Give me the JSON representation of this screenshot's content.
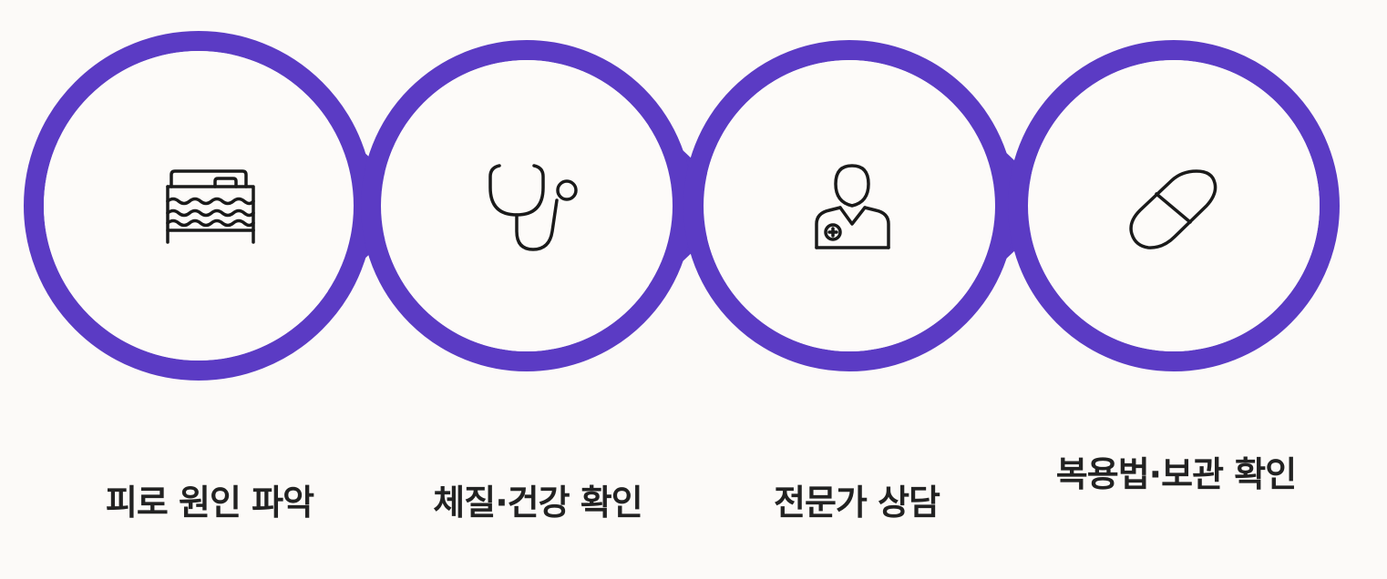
{
  "colors": {
    "background": "#fcfaf8",
    "ring": "#5b3bc4",
    "ring_inner": "#fdfbf9",
    "icon_stroke": "#1a1a1a",
    "label_text": "#222222"
  },
  "steps": [
    {
      "label": "피로 원인 파악",
      "icon": "bed-icon"
    },
    {
      "label": "체질·건강 확인",
      "icon": "stethoscope-icon"
    },
    {
      "label": "전문가 상담",
      "icon": "doctor-icon"
    },
    {
      "label": "복용법·보관 확인",
      "icon": "pill-capsule-icon"
    }
  ]
}
